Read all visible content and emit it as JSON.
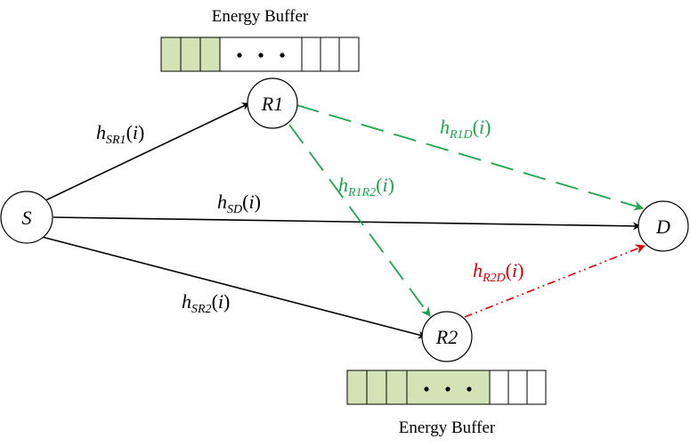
{
  "colors": {
    "solid_link": "#000000",
    "green_link": "#1aa64a",
    "red_link": "#e00000",
    "buffer_filled": "#d4e3b5",
    "buffer_empty": "#ffffff"
  },
  "nodes": {
    "S": "S",
    "R1": "R1",
    "R2": "R2",
    "D": "D"
  },
  "buffers": {
    "top": {
      "title": "Energy Buffer",
      "filled_cells": 3,
      "dots_filled": false,
      "empty_cells": 3
    },
    "bottom": {
      "title": "Energy Buffer",
      "filled_cells": 3,
      "dots_filled": true,
      "empty_cells": 3
    }
  },
  "links": {
    "sr1": {
      "base": "h",
      "sub": "SR1",
      "arg": "i"
    },
    "sd": {
      "base": "h",
      "sub": "SD",
      "arg": "i"
    },
    "sr2": {
      "base": "h",
      "sub": "SR2",
      "arg": "i"
    },
    "r1d": {
      "base": "h",
      "sub": "R1D",
      "arg": "i"
    },
    "r1r2": {
      "base": "h",
      "sub": "R1R2",
      "arg": "i"
    },
    "r2d": {
      "base": "h",
      "sub": "R2D",
      "arg": "i"
    }
  }
}
